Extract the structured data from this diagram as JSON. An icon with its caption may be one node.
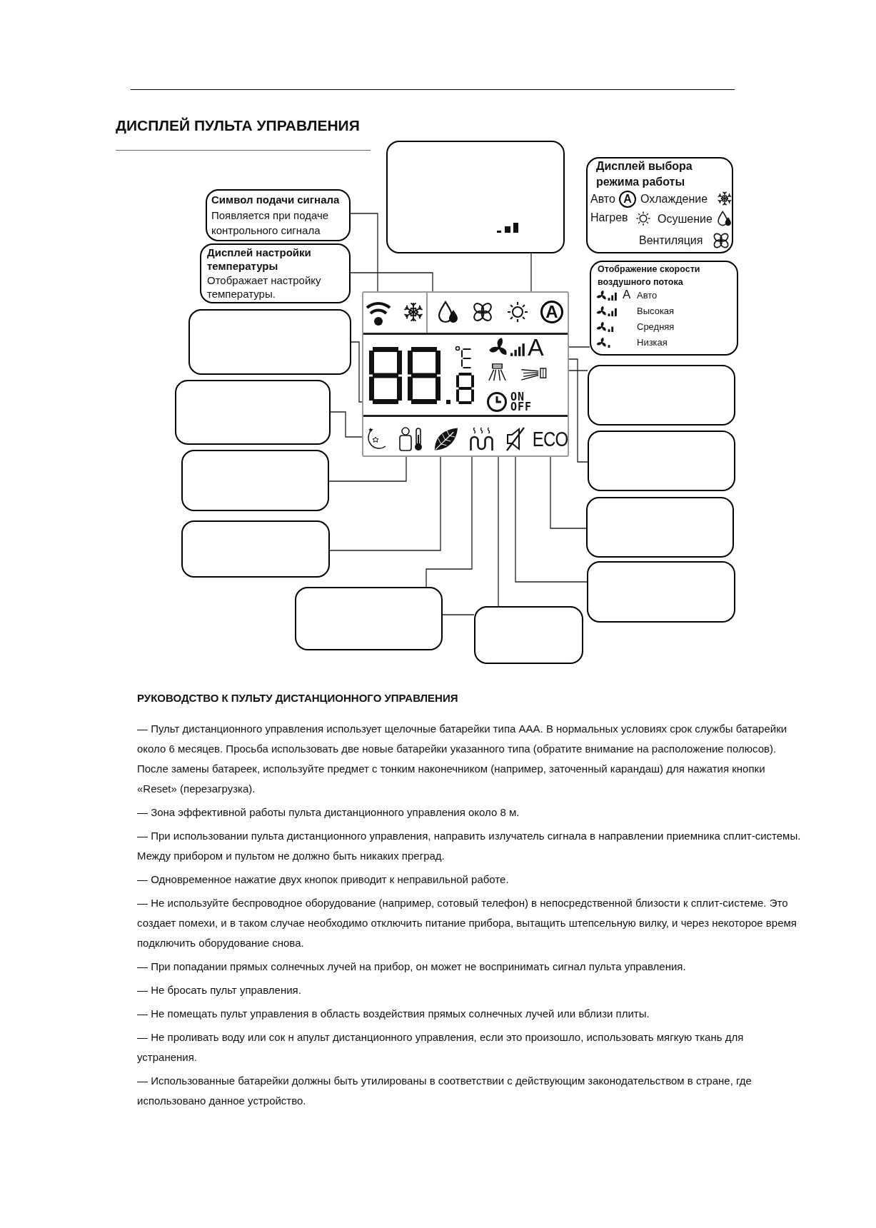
{
  "diagram": {
    "title": "ДИСПЛЕЙ ПУЛЬТА УПРАВЛЕНИЯ",
    "nodes": [
      {
        "text": [],
        "shape": "box"
      },
      {
        "text": [
          "Дисплей выбора режима работы",
          "Авто",
          "A",
          "Охлаждение",
          "Нагрев",
          "Осушение",
          "Вентиляция"
        ]
      },
      {
        "text": [
          "Символ подачи сигнала",
          "Появляется при подаче контрольного сигнала"
        ]
      },
      {
        "text": [
          "Дисплей настройки температуры",
          "Отображает настройку температуры."
        ]
      },
      {
        "text": [
          "Отображение скорости воздушного потока",
          "A",
          "Авто",
          "Высокая",
          "Средняя",
          "Низкая"
        ]
      },
      {
        "text": [],
        "shape": "box"
      },
      {
        "text": [],
        "shape": "box"
      },
      {
        "text": [],
        "shape": "picture",
        "in": 6
      },
      {
        "text": [],
        "shape": "picture",
        "in": 6
      },
      {
        "text": [
          "A"
        ],
        "in": 6
      },
      {
        "text": [],
        "shape": "picture",
        "in": 6
      },
      {
        "text": [],
        "shape": "picture",
        "in": 6
      },
      {
        "text": [
          "ON OFF"
        ],
        "in": 6
      },
      {
        "text": [],
        "shape": "box"
      },
      {
        "text": [],
        "shape": "box"
      },
      {
        "text": [],
        "shape": "picture",
        "in": 6
      },
      {
        "text": [],
        "shape": "picture",
        "in": 6
      },
      {
        "text": [],
        "shape": "picture",
        "in": 6
      },
      {
        "text": [],
        "shape": "picture",
        "in": 6
      },
      {
        "text": [],
        "shape": "picture",
        "in": 6
      },
      {
        "text": [
          "ECO"
        ],
        "in": 6
      },
      {
        "text": [],
        "shape": "box"
      },
      {
        "text": [],
        "shape": "box"
      },
      {
        "text": [],
        "shape": "box"
      },
      {
        "text": [],
        "shape": "box"
      },
      {
        "text": [],
        "shape": "box"
      },
      {
        "text": [],
        "shape": "box"
      },
      {
        "text": [],
        "shape": "box"
      }
    ],
    "edges": [
      {
        "from": 2,
        "to": 7,
        "arrow": "none"
      },
      {
        "from": 3,
        "to": 8,
        "arrow": "none"
      },
      {
        "from": 0,
        "to": 9,
        "arrow": "none"
      },
      {
        "from": 4,
        "to": 9,
        "arrow": "none"
      },
      {
        "from": 5,
        "to": 12,
        "arrow": "none"
      },
      {
        "from": 13,
        "to": 15,
        "arrow": "none"
      },
      {
        "from": 14,
        "to": 11,
        "arrow": "none"
      },
      {
        "from": 21,
        "to": 10,
        "arrow": "none"
      },
      {
        "from": 22,
        "to": 16,
        "arrow": "none"
      },
      {
        "from": 23,
        "to": 20,
        "arrow": "none"
      },
      {
        "from": 24,
        "to": 17,
        "arrow": "none"
      },
      {
        "from": 25,
        "to": 19,
        "arrow": "none"
      },
      {
        "from": 26,
        "to": 18,
        "arrow": "none"
      },
      {
        "from": 26,
        "to": 27,
        "arrow": "none"
      },
      {
        "from": 27,
        "to": 12,
        "arrow": "none"
      }
    ],
    "labels": [
      "A",
      "РУКОВОДСТВО К ПУЛЬТУ ДИСТАНЦИОННОГО УПРАВЛЕНИЯ",
      "— Пульт дистанционного управления использует щелочные батарейки типа ААА. В нормальных условиях срок службы батарейки около 6 месяцев. Просьба использовать две новые батарейки указанного типа (обратите внимание на расположение полюсов). После замены батареек, используйте предмет с тонким наконечником (например, заточенный карандаш) для нажатия кнопки «Reset» (перезагрузка).",
      "— Зона эффективной работы пульта дистанционного управления около 8 м.",
      "— При использовании пульта дистанционного управления, направить излучатель сигнала в направлении приемника сплит-системы. Между прибором и пультом не должно быть никаких преград.",
      "— Одновременное нажатие двух кнопок приводит к неправильной работе.",
      "— Не используйте беспроводное оборудование (например, сотовый телефон) в непосредственной близости к сплит-системе. Это создает помехи, и в таком случае необходимо отключить питание прибора, вытащить штепсельную вилку, и через некоторое время подключить оборудование снова.",
      "— При попадании прямых солнечных лучей на прибор, он может не воспринимать сигнал пульта управления.",
      "— Не бросать пульт управления.",
      "— Не помещать пульт управления в область воздействия прямых солнечных лучей или вблизи плиты.",
      "— Не проливать воду или сок н апульт дистанционного управления, если это произошло, использовать мягкую ткань для устранения.",
      "— Использованные батарейки должны быть утилированы в соответствии с действующим законодательством в стране, где использовано данное устройство."
    ]
  }
}
